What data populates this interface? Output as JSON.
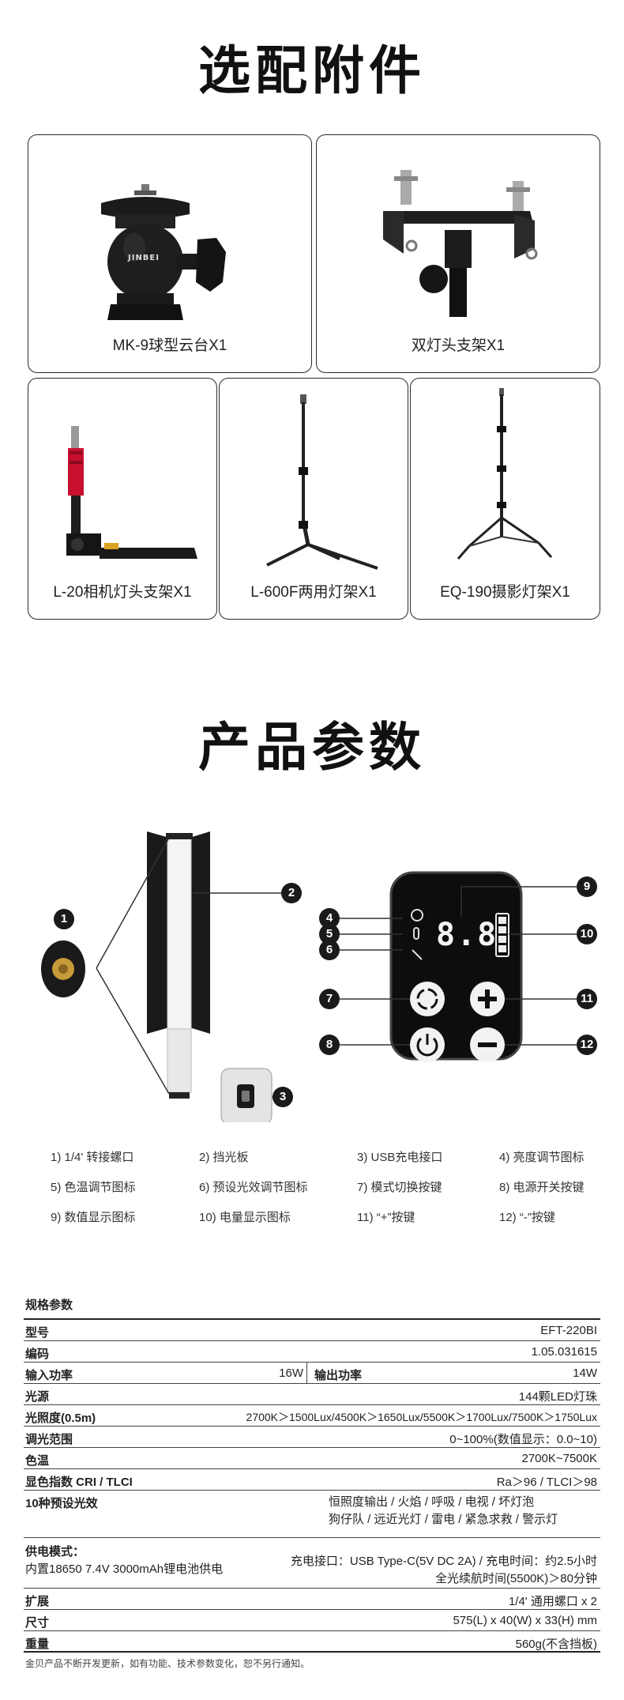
{
  "accessories": {
    "title": "选配附件",
    "items": [
      {
        "caption": "MK-9球型云台X1",
        "brand": "JINBEI"
      },
      {
        "caption": "双灯头支架X1"
      },
      {
        "caption": "L-20相机灯头支架X1"
      },
      {
        "caption": "L-600F两用灯架X1"
      },
      {
        "caption": "EQ-190摄影灯架X1"
      }
    ]
  },
  "params": {
    "title": "产品参数",
    "display_digits": "8.8",
    "badges": [
      "1",
      "2",
      "3",
      "4",
      "5",
      "6",
      "7",
      "8",
      "9",
      "10",
      "11",
      "12"
    ],
    "legend": [
      "1) 1/4' 转接螺口",
      "2) 挡光板",
      "3) USB充电接口",
      "4) 亮度调节图标",
      "5) 色温调节图标",
      "6) 预设光效调节图标",
      "7) 模式切换按键",
      "8) 电源开关按键",
      "9) 数值显示图标",
      "10) 电量显示图标",
      "11) “+”按键",
      "12) “-”按键"
    ]
  },
  "spec": {
    "heading": "规格参数",
    "rows": [
      {
        "label": "型号",
        "value": "EFT-220BI"
      },
      {
        "label": "编码",
        "value": "1.05.031615"
      },
      {
        "label": "输入功率",
        "value": "16W",
        "label2": "输出功率",
        "value2": "14W"
      },
      {
        "label": "光源",
        "value": "144颗LED灯珠"
      },
      {
        "label": "光照度(0.5m)",
        "value": "2700K＞1500Lux/4500K＞1650Lux/5500K＞1700Lux/7500K＞1750Lux"
      },
      {
        "label": "调光范围",
        "value": "0~100%(数值显示：0.0~10)"
      },
      {
        "label": "色温",
        "value": "2700K~7500K"
      },
      {
        "label": "显色指数 CRI / TLCI",
        "value": "Ra＞96 / TLCI＞98"
      }
    ],
    "effects": {
      "label": "10种预设光效",
      "line1": [
        "恒照度输出",
        "火焰",
        "呼吸",
        "电视",
        "坏灯泡"
      ],
      "line2": [
        "狗仔队",
        "远近光灯",
        "雷电",
        "紧急求救",
        "警示灯"
      ]
    },
    "power": {
      "label": "供电模式：",
      "sub": "内置18650 7.4V 3000mAh锂电池供电",
      "value1": "充电接口：USB Type-C(5V DC 2A) / 充电时间：约2.5小时",
      "value2": "全光续航时间(5500K)＞80分钟"
    },
    "rows2": [
      {
        "label": "扩展",
        "value": "1/4' 通用螺口 x 2"
      },
      {
        "label": "尺寸",
        "value": "575(L) x 40(W) x 33(H) mm"
      },
      {
        "label": "重量",
        "value": "560g(不含挡板)"
      }
    ],
    "footnote": "金贝产品不断开发更新，如有功能、技术参数变化，恕不另行通知。"
  }
}
